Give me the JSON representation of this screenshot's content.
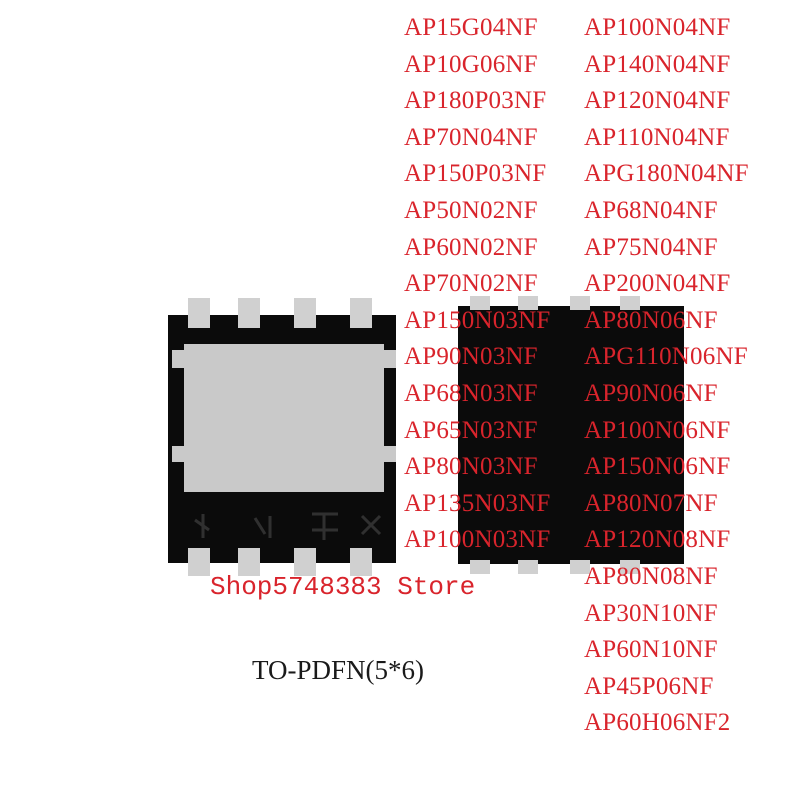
{
  "part_numbers": {
    "left": [
      "AP15G04NF",
      "AP10G06NF",
      "AP180P03NF",
      "AP70N04NF",
      "AP150P03NF",
      "AP50N02NF",
      "AP60N02NF",
      "AP70N02NF",
      "AP150N03NF",
      "AP90N03NF",
      "AP68N03NF",
      "AP65N03NF",
      "AP80N03NF",
      "AP135N03NF",
      "AP100N03NF"
    ],
    "right": [
      "AP100N04NF",
      "AP140N04NF",
      "AP120N04NF",
      "AP110N04NF",
      "APG180N04NF",
      "AP68N04NF",
      "AP75N04NF",
      "AP200N04NF",
      "AP80N06NF",
      "APG110N06NF",
      "AP90N06NF",
      "AP100N06NF",
      "AP150N06NF",
      "AP80N07NF",
      "AP120N08NF",
      "AP80N08NF",
      "AP30N10NF",
      "AP60N10NF",
      "AP45P06NF",
      "AP60H06NF2"
    ]
  },
  "store_label": "Shop5748383 Store",
  "package_label": "TO-PDFN(5*6)",
  "colors": {
    "text_red": "#d9242c",
    "chip_body": "#0b0b0b",
    "pad_gray": "#c9c9c9",
    "background": "#ffffff"
  }
}
